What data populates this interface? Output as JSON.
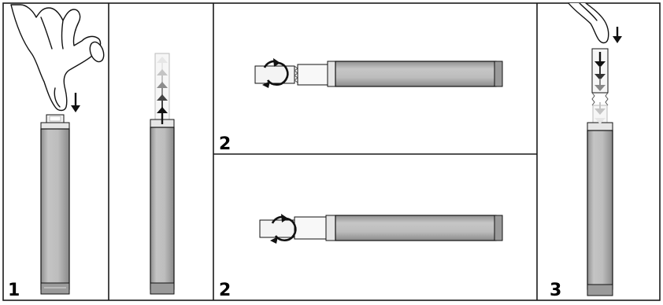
{
  "steps": [
    {
      "label": "1"
    },
    {
      "label": "2"
    },
    {
      "label": "2"
    },
    {
      "label": "3"
    }
  ],
  "colors": {
    "border": "#1a1a1a",
    "tube_fill": "#bdbdbd",
    "tube_shadow": "#8c8c8c",
    "tube_light": "#e6e6e6",
    "cap_fill": "#f4f4f4",
    "arrow_dark": "#1a1a1a"
  },
  "icons": [
    "hand-press-icon",
    "down-arrow-icon",
    "up-arrows-icon",
    "rotate-icon"
  ]
}
